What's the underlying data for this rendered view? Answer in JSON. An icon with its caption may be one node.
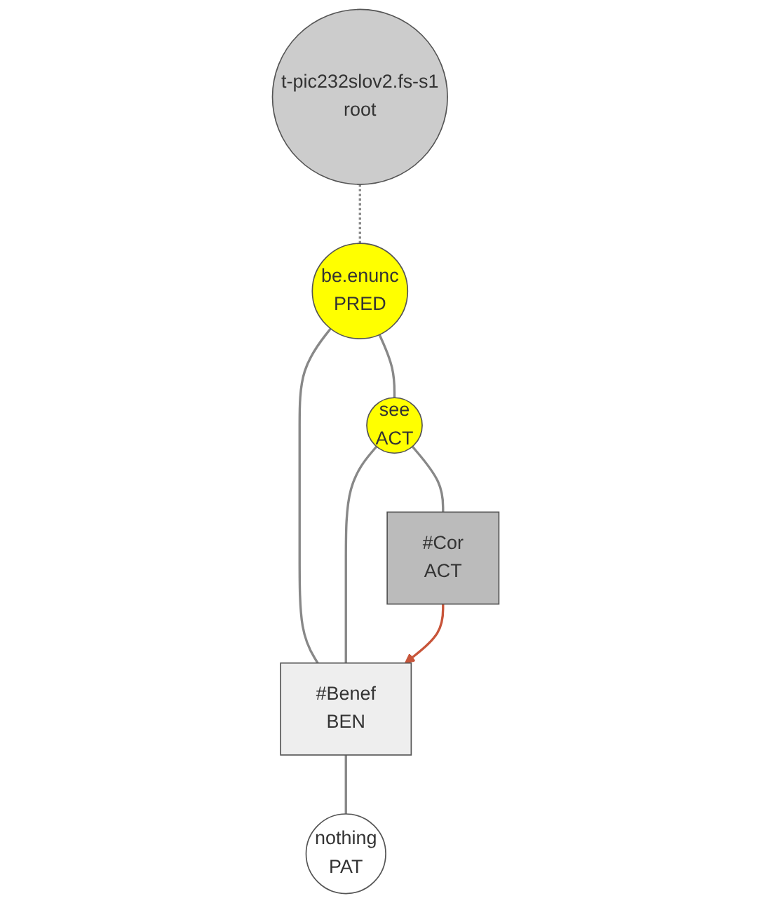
{
  "diagram": {
    "nodes": [
      {
        "text": [
          "t-pic232slov2.fs-s1",
          "root"
        ]
      },
      {
        "text": [
          "be.enunc",
          "PRED"
        ]
      },
      {
        "text": [
          "#Benef",
          "BEN"
        ]
      },
      {
        "text": [
          "see",
          "ACT"
        ]
      },
      {
        "text": [
          "nothing",
          "PAT"
        ]
      },
      {
        "text": [
          "#Cor",
          "ACT"
        ]
      }
    ],
    "edges": [
      {
        "from": 0,
        "to": 1,
        "arrow": "none",
        "style": "dashed"
      },
      {
        "from": 1,
        "to": 2,
        "arrow": "none"
      },
      {
        "from": 1,
        "to": 3,
        "arrow": "none"
      },
      {
        "from": 3,
        "to": 2,
        "arrow": "none"
      },
      {
        "from": 3,
        "to": 5,
        "arrow": "none"
      },
      {
        "from": 2,
        "to": 4,
        "arrow": "none"
      },
      {
        "from": 5,
        "to": 2,
        "arrow": "to",
        "color": "#c8553a"
      }
    ]
  }
}
